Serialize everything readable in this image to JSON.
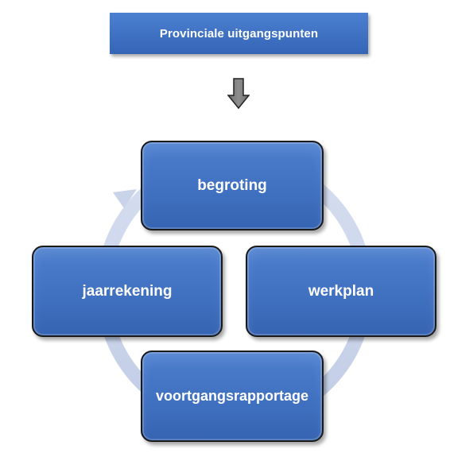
{
  "top_box": {
    "label": "Provinciale uitgangspunten"
  },
  "cycle": {
    "nodes": [
      {
        "id": "begroting",
        "label": "begroting"
      },
      {
        "id": "werkplan",
        "label": "werkplan"
      },
      {
        "id": "voortgangsrapportage",
        "label": "voortgangsrapportage"
      },
      {
        "id": "jaarrekening",
        "label": "jaarrekening"
      }
    ]
  },
  "colors": {
    "box_blue": "#4472c4",
    "arrow_gray": "#7f7f7f",
    "cycle_ring": "#c9d3ea"
  }
}
